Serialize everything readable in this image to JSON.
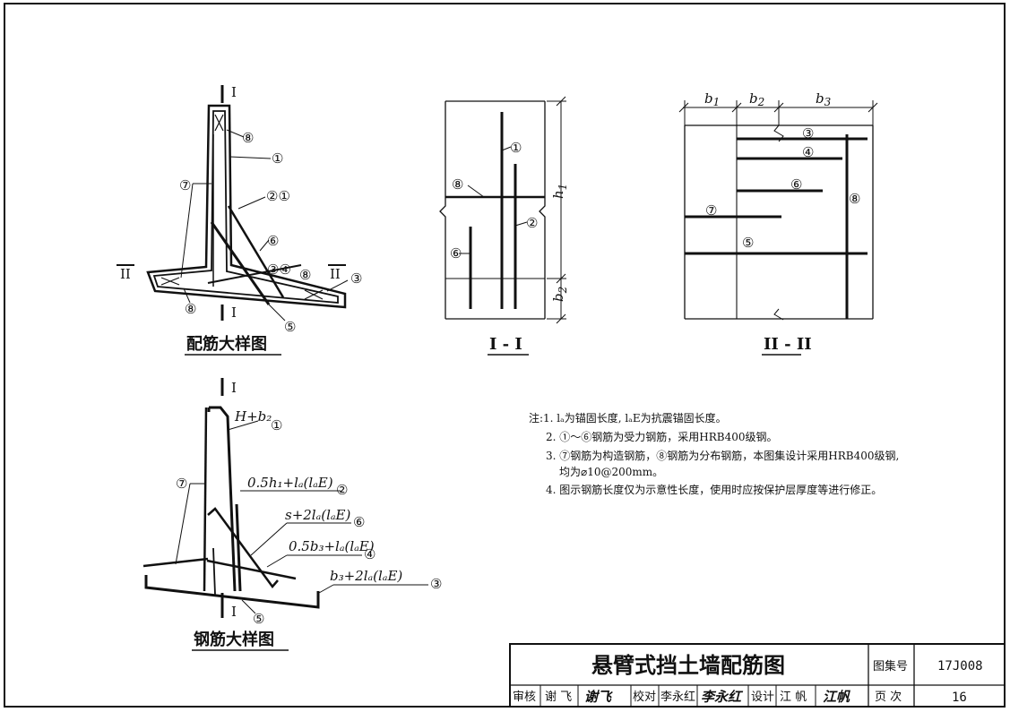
{
  "views": {
    "detail": {
      "caption": "配筋大样图",
      "section_mark": "I",
      "section_mark_2": "II",
      "markers": {
        "m1": "①",
        "m21": "②①",
        "m6": "⑥",
        "m34": "③④",
        "m8a": "⑧",
        "m8b": "⑧",
        "m8c": "⑧",
        "m3": "③",
        "m5": "⑤",
        "m7": "⑦"
      }
    },
    "section_1": {
      "caption": "I - I",
      "markers": {
        "m1": "①",
        "m8": "⑧",
        "m2": "②",
        "m6": "⑥"
      },
      "dims": {
        "h1": "h",
        "h1_sub": "1",
        "b2": "b",
        "b2_sub": "2"
      }
    },
    "section_2": {
      "caption": "II - II",
      "dims": {
        "b1": "b",
        "b1_sub": "1",
        "b2": "b",
        "b2_sub": "2",
        "b3": "b",
        "b3_sub": "3"
      },
      "markers": {
        "m3": "③",
        "m4": "④",
        "m6": "⑥",
        "m8": "⑧",
        "m7": "⑦",
        "m5": "⑤"
      }
    },
    "rebar": {
      "caption": "钢筋大样图",
      "section_mark": "I",
      "labels": {
        "l1": "H+b₂",
        "l2": "0.5h₁+lₐ(lₐE)",
        "l6": "s+2lₐ(lₐE)",
        "l4": "0.5b₃+lₐ(lₐE)",
        "l3": "b₃+2lₐ(lₐE)"
      },
      "markers": {
        "m1": "①",
        "m2": "②",
        "m6": "⑥",
        "m4": "④",
        "m3": "③",
        "m5": "⑤",
        "m7": "⑦"
      }
    }
  },
  "notes": [
    "注:1. lₐ为锚固长度, lₐE为抗震锚固长度。",
    "2. ①～⑥钢筋为受力钢筋，采用HRB400级钢。",
    "3. ⑦钢筋为构造钢筋，⑧钢筋为分布钢筋，本图集设计采用HRB400级钢,",
    "均为⌀10@200mm。",
    "4. 图示钢筋长度仅为示意性长度，使用时应按保护层厚度等进行修正。"
  ],
  "title_block": {
    "title": "悬臂式挡土墙配筋图",
    "atlas_label": "图集号",
    "atlas_no": "17J008",
    "review_label": "审核",
    "reviewer": "谢 飞",
    "reviewer_sig": "谢飞",
    "check_label": "校对",
    "checker": "李永红",
    "checker_sig": "李永红",
    "design_label": "设计",
    "designer": "江 帆",
    "designer_sig": "江帆",
    "page_label": "页 次",
    "page_no": "16"
  }
}
